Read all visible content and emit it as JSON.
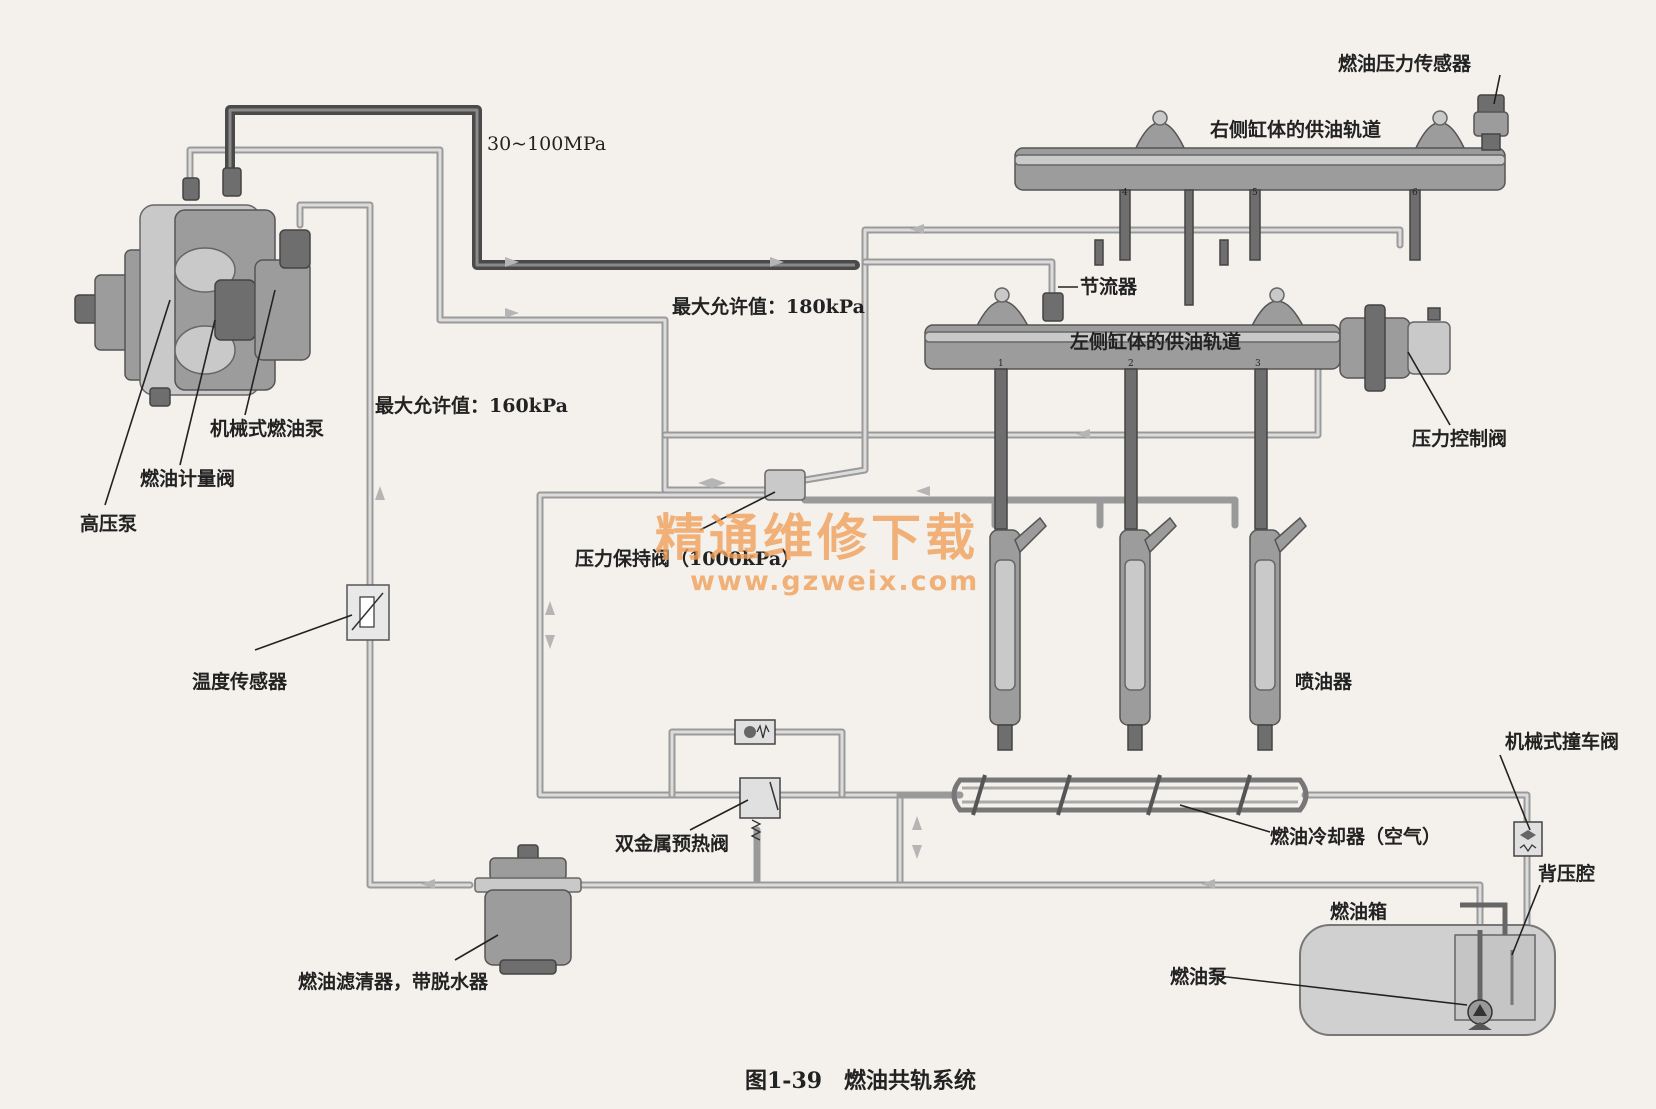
{
  "labels": {
    "pressure_sensor": "燃油压力传感器",
    "right_rail": "右侧缸体的供油轨道",
    "left_rail": "左侧缸体的供油轨道",
    "throttle": "节流器",
    "pressure_control_valve": "压力控制阀",
    "high_pressure_range": "30~100MPa",
    "max_180": "最大允许值：180kPa",
    "max_160": "最大允许值：160kPa",
    "mechanical_fuel_pump": "机械式燃油泵",
    "fuel_metering_valve": "燃油计量阀",
    "high_pressure_pump": "高压泵",
    "pressure_holding_valve": "压力保持阀（1000kPa）",
    "temperature_sensor": "温度传感器",
    "injector": "喷油器",
    "mechanical_crash_valve": "机械式撞车阀",
    "bimetal_preheat_valve": "双金属预热阀",
    "fuel_cooler": "燃油冷却器（空气）",
    "back_pressure_chamber": "背压腔",
    "fuel_tank": "燃油箱",
    "fuel_pump": "燃油泵",
    "fuel_filter": "燃油滤清器，带脱水器"
  },
  "cylinder_numbers": {
    "right": [
      "4",
      "5",
      "6"
    ],
    "left": [
      "1",
      "2",
      "3"
    ]
  },
  "watermark": {
    "text": "精通维修下载",
    "url": "www.gzweix.com",
    "color": "#f0a05a"
  },
  "caption": "图1-39　燃油共轨系统"
}
